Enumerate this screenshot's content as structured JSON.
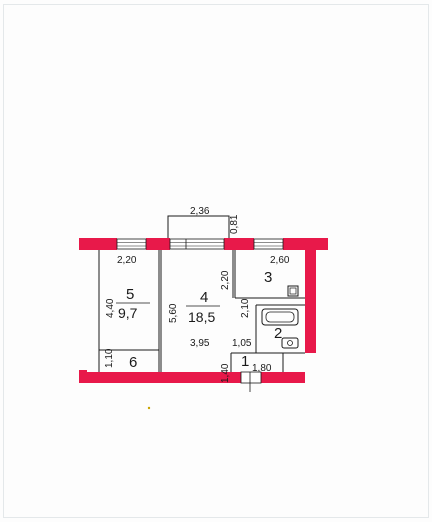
{
  "plan": {
    "colors": {
      "wall": "#e8194a",
      "line": "#1a1a1a",
      "window_fill": "#ffffff",
      "background": "#fdfdfd"
    },
    "rooms": [
      {
        "id": "room-5",
        "number": "5",
        "area": "9,7"
      },
      {
        "id": "room-4",
        "number": "4",
        "area": "18,5"
      },
      {
        "id": "room-3",
        "number": "3",
        "area": ""
      },
      {
        "id": "room-2",
        "number": "2",
        "area": ""
      },
      {
        "id": "room-6",
        "number": "6",
        "area": ""
      },
      {
        "id": "room-1",
        "number": "1",
        "area": ""
      }
    ],
    "dimensions": {
      "balcony_width": "2,36",
      "balcony_depth": "0,81",
      "room5_width": "2,20",
      "room3_width": "2,60",
      "room5_length": "4,40",
      "room4_length": "5,60",
      "room4_partial_width": "2,20",
      "room3_length": "2,10",
      "room4_width": "3,95",
      "corridor_width": "1,05",
      "room6_length": "1,10",
      "entry_length": "1,40",
      "entry_width": "1,80"
    },
    "fixtures": [
      "bathtub-icon",
      "toilet-icon",
      "sink-icon"
    ]
  }
}
